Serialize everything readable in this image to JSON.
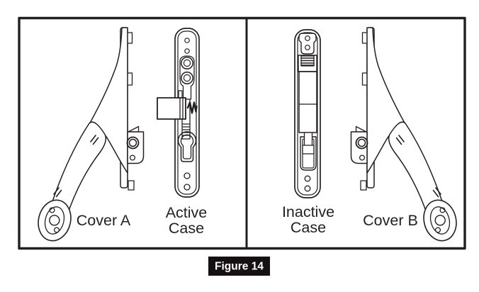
{
  "figure": {
    "caption": "Figure 14"
  },
  "labels": {
    "cover_a": "Cover A",
    "active_line1": "Active",
    "active_line2": "Case",
    "inactive_line1": "Inactive",
    "inactive_line2": "Case",
    "cover_b": "Cover B"
  },
  "colors": {
    "line": "#231f20",
    "captionBg": "#151112",
    "captionText": "#ffffff",
    "pageBg": "#ffffff"
  }
}
